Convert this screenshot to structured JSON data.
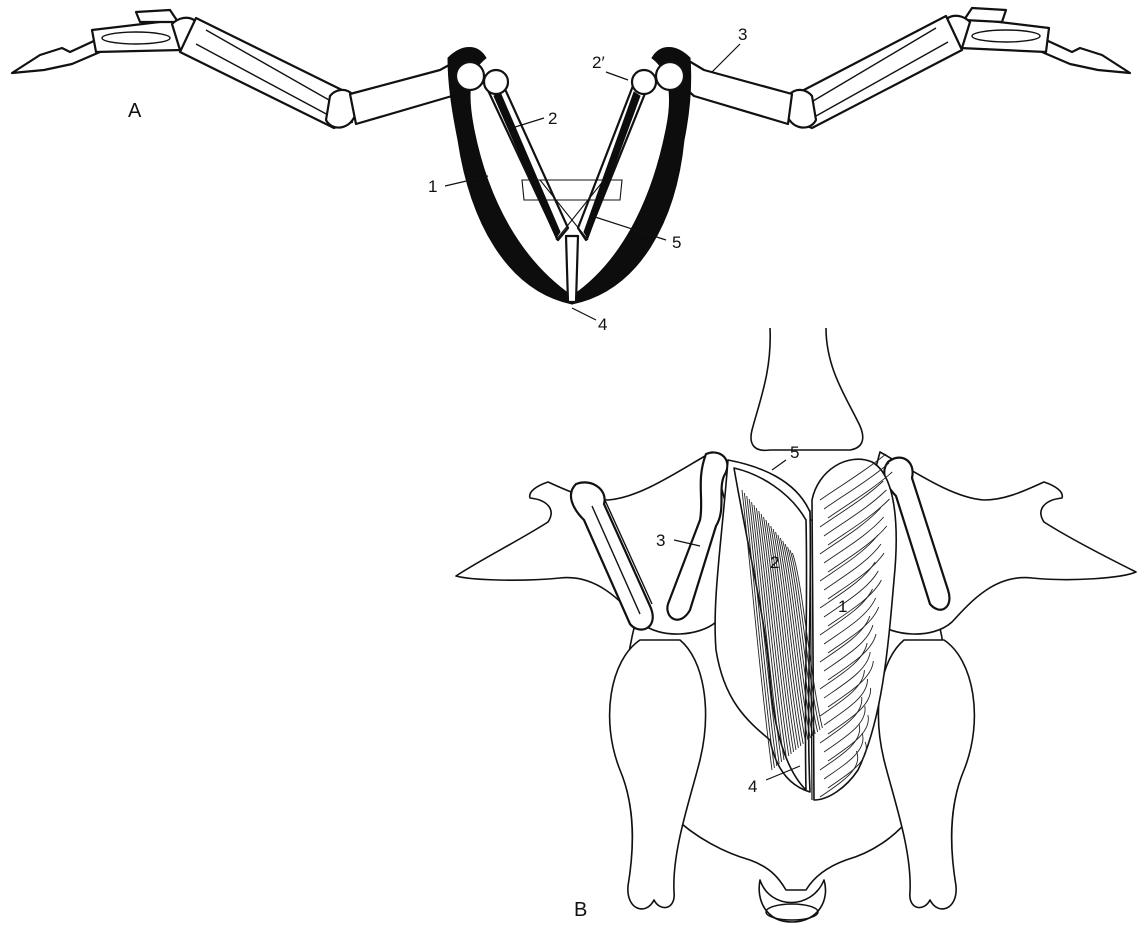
{
  "panels": {
    "a": {
      "letter": "A",
      "labels": {
        "l1": "1",
        "l2": "2",
        "l2p": "2′",
        "l3": "3",
        "l4": "4",
        "l5": "5"
      }
    },
    "b": {
      "letter": "B",
      "labels": {
        "l1": "1",
        "l2": "2",
        "l3": "3",
        "l4": "4",
        "l5": "5"
      }
    }
  }
}
